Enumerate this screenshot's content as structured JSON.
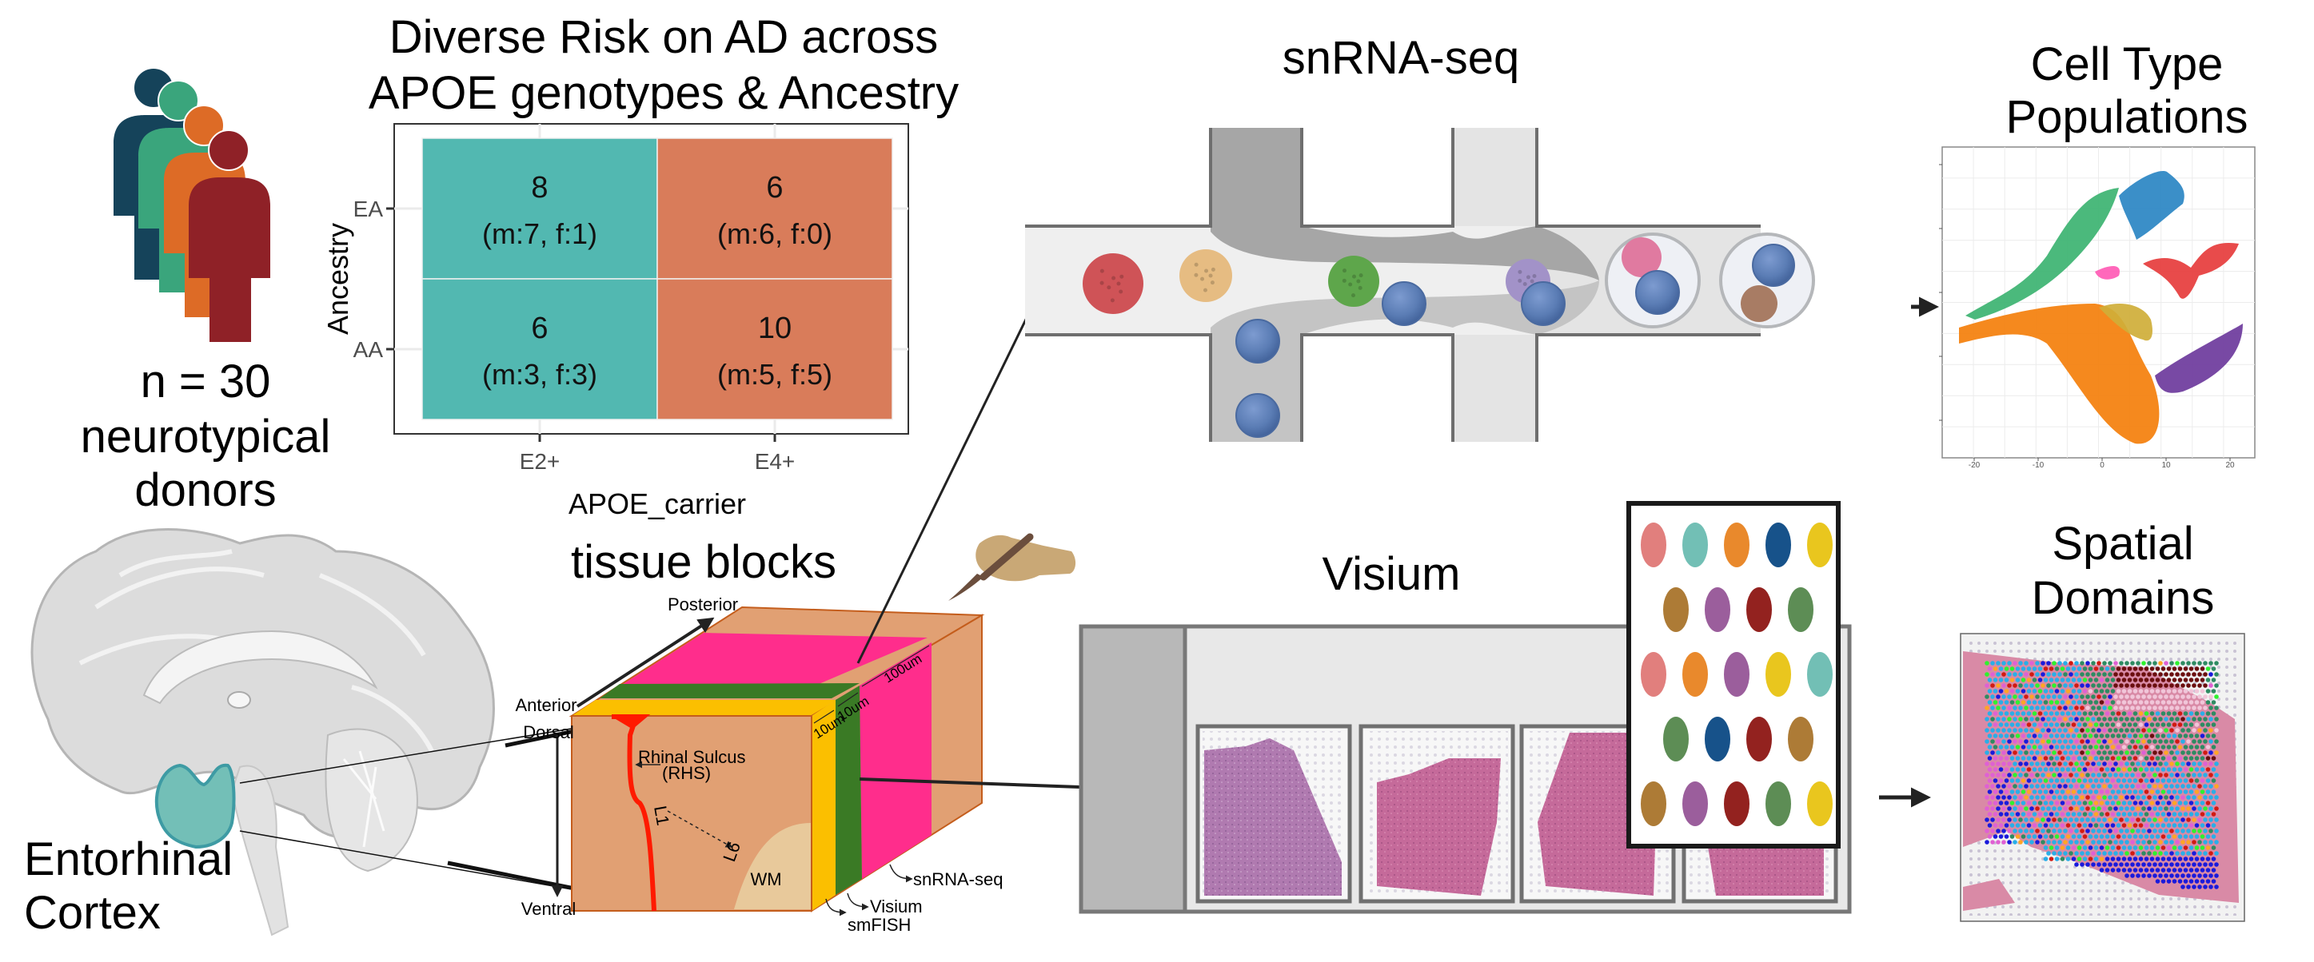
{
  "donors": {
    "count_label": "n = 30",
    "line2": "neurotypical",
    "line3": "donors",
    "person_colors": [
      "#15435a",
      "#3aa57c",
      "#dd6b26",
      "#8f2127"
    ]
  },
  "chart_data": {
    "type": "heatmap",
    "title": [
      "Diverse Risk on AD across",
      "APOE genotypes & Ancestry"
    ],
    "xlabel": "APOE_carrier",
    "ylabel": "Ancestry",
    "x_categories": [
      "E2+",
      "E4+"
    ],
    "y_categories": [
      "EA",
      "AA"
    ],
    "cells": [
      {
        "x": "E2+",
        "y": "EA",
        "value": 8,
        "male": 7,
        "female": 1,
        "label": "(m:7, f:1)"
      },
      {
        "x": "E4+",
        "y": "EA",
        "value": 6,
        "male": 6,
        "female": 0,
        "label": "(m:6, f:0)"
      },
      {
        "x": "E2+",
        "y": "AA",
        "value": 6,
        "male": 3,
        "female": 3,
        "label": "(m:3, f:3)"
      },
      {
        "x": "E4+",
        "y": "AA",
        "value": 10,
        "male": 5,
        "female": 5,
        "label": "(m:5, f:5)"
      }
    ],
    "fill_by_x": {
      "E2+": "#52b8b1",
      "E4+": "#d97c5a"
    },
    "total": 30,
    "grid": true,
    "legend": "none"
  },
  "brain": {
    "region_line1": "Entorhinal",
    "region_line2": "Cortex",
    "highlight_color": "#73bfb7"
  },
  "tissue": {
    "title": "tissue blocks",
    "labels": {
      "posterior": "Posterior",
      "anterior": "Anterior",
      "dorsal": "Dorsal",
      "ventral": "Ventral",
      "rhinal_1": "Rhinal Sulcus",
      "rhinal_2": "(RHS)",
      "l1": "L1",
      "l6": "L6",
      "wm": "WM",
      "thick_smfish": "10um",
      "thick_visium": "10um",
      "thick_snrna": "100um",
      "out_snrna": "snRNA-seq",
      "out_visium": "Visium",
      "out_smfish": "smFISH"
    },
    "colors": {
      "tissue": "#e1a073",
      "snrna": "#ff2d8c",
      "visium": "#3a7a25",
      "smfish": "#fbbf00",
      "wm": "#e8c99b",
      "sulcus": "#ff1a00"
    }
  },
  "snrnaseq": {
    "title": "snRNA-seq",
    "input_cells": [
      "#cf5357",
      "#e6bc82",
      "#5ea64b",
      "#a292c8"
    ],
    "bead_color": "#5b7db5",
    "droplet_cells": [
      "#e07aa0",
      "#a87c64"
    ]
  },
  "celltypes": {
    "title_line1": "Cell Type",
    "title_line2": "Populations",
    "x_ticks": [
      "-20",
      "-10",
      "0",
      "10",
      "20"
    ],
    "cluster_colors": [
      "#3cb371",
      "#f47f0b",
      "#2a86c3",
      "#e63c3c",
      "#cfae38",
      "#6c3a9c",
      "#ff5bb5"
    ]
  },
  "visium": {
    "title": "Visium",
    "capture_areas": 4,
    "spot_colors": [
      [
        "#e17f7d",
        "#72bfb5",
        "#e9892c",
        "#17528a",
        "#e9c61e"
      ],
      [
        "#ad7b36",
        "#9b5e9c",
        "#93221f",
        "#5d8d55"
      ],
      [
        "#e17f7d",
        "#e9892c",
        "#9b5e9c",
        "#e9c61e",
        "#72bfb5"
      ],
      [
        "#5d8d55",
        "#17528a",
        "#93221f",
        "#ad7b36"
      ],
      [
        "#ad7b36",
        "#9b5e9c",
        "#93221f",
        "#5d8d55",
        "#e9c61e"
      ]
    ]
  },
  "spatial": {
    "title_line1": "Spatial",
    "title_line2": "Domains",
    "domain_colors": [
      "#29aee8",
      "#1a1adc",
      "#ffa524",
      "#2ef22e",
      "#e060d4",
      "#2e8b62",
      "#d11a12",
      "#6b0f0f",
      "#f1c6d9"
    ]
  }
}
